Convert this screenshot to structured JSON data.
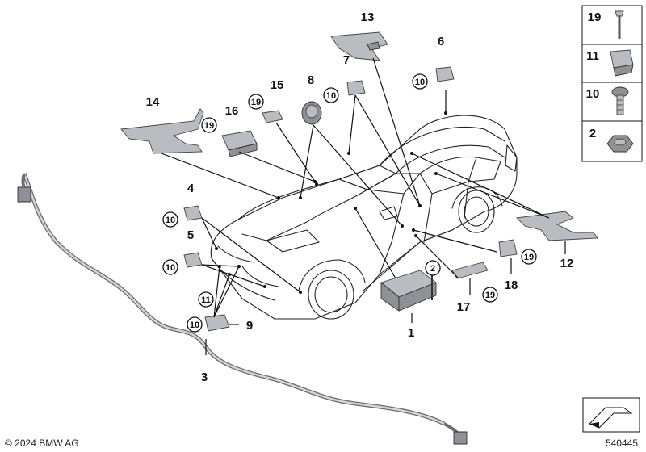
{
  "labels": {
    "l1": "1",
    "l3": "3",
    "l4": "4",
    "l5": "5",
    "l6": "6",
    "l7": "7",
    "l8": "8",
    "l9": "9",
    "l12": "12",
    "l13": "13",
    "l14": "14",
    "l15": "15",
    "l16": "16",
    "l17": "17",
    "l18": "18"
  },
  "callouts": {
    "c2": "2",
    "c10": "10",
    "c11": "11",
    "c19": "19"
  },
  "legend": {
    "r19": "19",
    "r11": "11",
    "r10": "10",
    "r2": "2"
  },
  "footer": {
    "copyright": "© 2024 BMW AG",
    "diagram_number": "540445"
  }
}
